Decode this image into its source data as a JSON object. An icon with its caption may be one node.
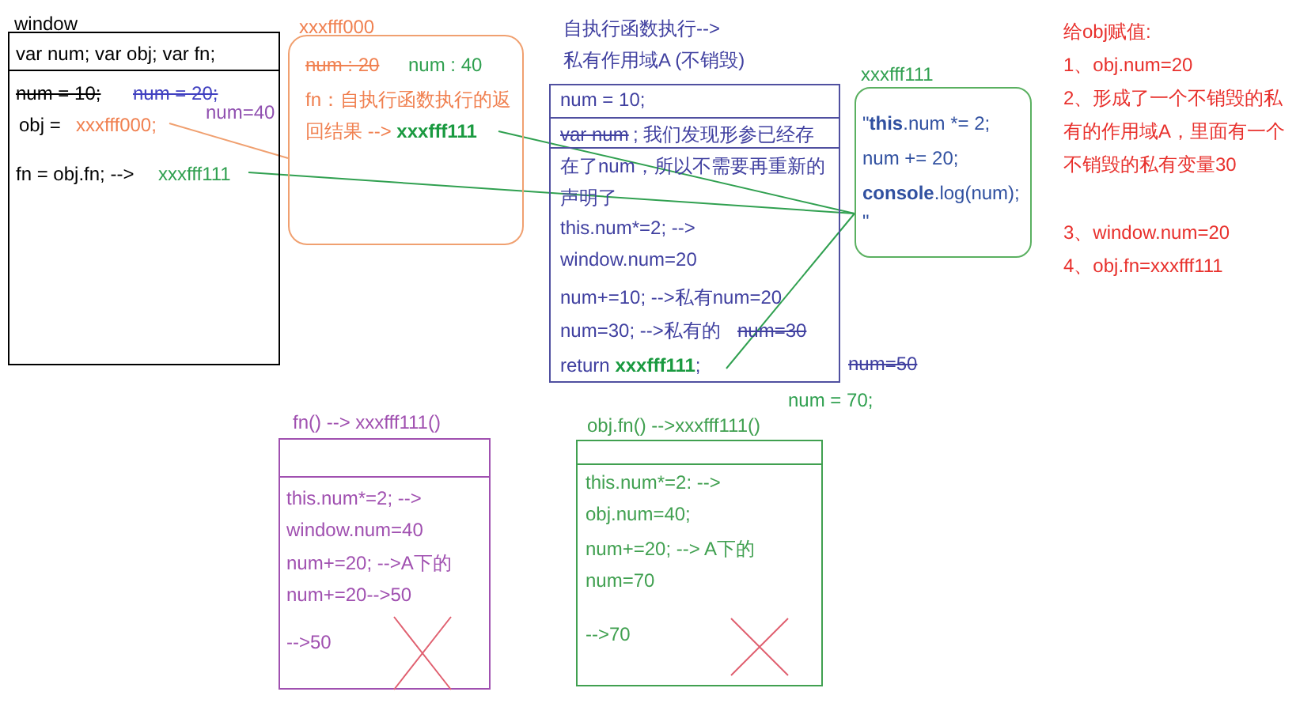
{
  "diagram": {
    "nodes": [
      {
        "text": [
          "window",
          "var num; var obj; var fn;",
          "num = 10;",
          "num = 20;",
          "num=40",
          "obj = ",
          "xxxfff000;",
          "fn = obj.fn; --> ",
          "xxxfff111"
        ]
      },
      {
        "text": [
          "xxxfff000",
          "num : 20",
          "num : 40",
          "fn：自执行函数执行的返回结果 --> **xxxfff111**"
        ]
      },
      {
        "text": [
          "自执行函数执行--> 私有作用域A (不销毁)",
          "num = 10;",
          "var num",
          "; 我们发现形参已经存在了num，所以不需要再重新的声明了",
          "this.num*=2; --> window.num=20",
          "num+=10; -->私有num=20",
          "num=30; -->私有的",
          "num=30",
          "return **xxxfff111**;"
        ],
        "beside": [
          "num=50",
          "num = 70;"
        ]
      },
      {
        "text": [
          "xxxfff111",
          "\"**this**.num *= 2;",
          "num += 20;",
          "**console**.log(num);",
          "\""
        ]
      },
      {
        "text": [
          "fn() --> xxxfff111()",
          "this.num*=2; --> window.num=40",
          "num+=20; -->A下的num+=20-->50",
          "-->50"
        ]
      },
      {
        "text": [
          "obj.fn() -->xxxfff111()",
          "this.num*=2: --> obj.num=40;",
          "num+=20; --> A下的num=70",
          "-->70"
        ]
      }
    ],
    "edges": [
      {
        "from": 0,
        "to": 1,
        "arrow": "none",
        "color": "#f0a070"
      },
      {
        "from": 0,
        "to": 3,
        "arrow": "none"
      },
      {
        "from": 1,
        "to": 3,
        "arrow": "none"
      },
      {
        "from": 2,
        "to": 3,
        "arrow": "none"
      }
    ],
    "labels": [
      "给obj赋值:",
      "1、obj.num=20",
      "2、形成了一个不销毁的私有的作用域A，里面有一个不销毁的私有变量30",
      "3、window.num=20",
      "4、obj.fn=xxxfff111"
    ]
  }
}
